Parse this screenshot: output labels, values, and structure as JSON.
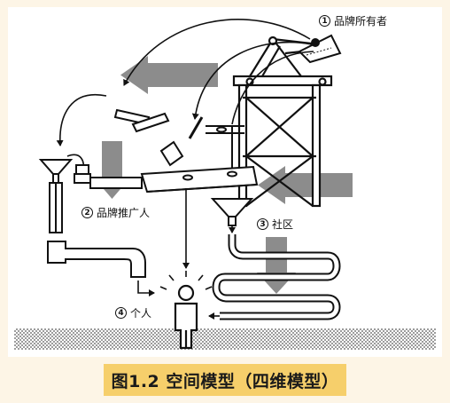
{
  "labels": {
    "brand_owner": {
      "num": "1",
      "text": "品牌所有者"
    },
    "brand_promoter": {
      "num": "2",
      "text": "品牌推广人"
    },
    "community": {
      "num": "3",
      "text": "社区"
    },
    "individual": {
      "num": "4",
      "text": "个人"
    }
  },
  "caption": "图1.2 空间模型（四维模型）",
  "colors": {
    "page_bg": "#fdf5e6",
    "caption_bg": "#f6cf6b",
    "arrow_gray": "#8c8c8c",
    "line": "#111111"
  }
}
